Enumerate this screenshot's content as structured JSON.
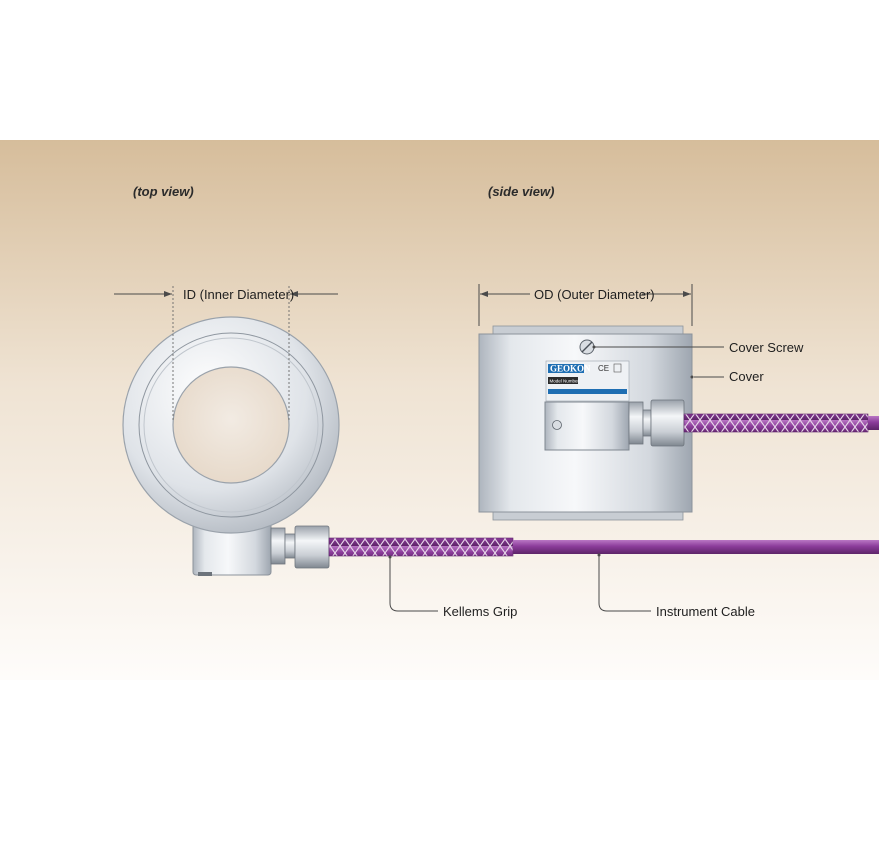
{
  "views": {
    "top": "(top view)",
    "side": "(side view)"
  },
  "labels": {
    "inner_diameter": "ID (Inner Diameter)",
    "outer_diameter": "OD (Outer Diameter)",
    "cover_screw": "Cover Screw",
    "cover": "Cover",
    "kellems_grip": "Kellems Grip",
    "instrument_cable": "Instrument Cable"
  },
  "nameplate": {
    "brand": "GEOKON",
    "model": "Model Number",
    "ce": "CE"
  },
  "colors": {
    "background_top": "#d8bf9e",
    "background_bottom": "#fdfbf8",
    "cable": "#8b3c9a",
    "steel": "#c8ccd1",
    "nameplate": "#1f6fb3"
  }
}
